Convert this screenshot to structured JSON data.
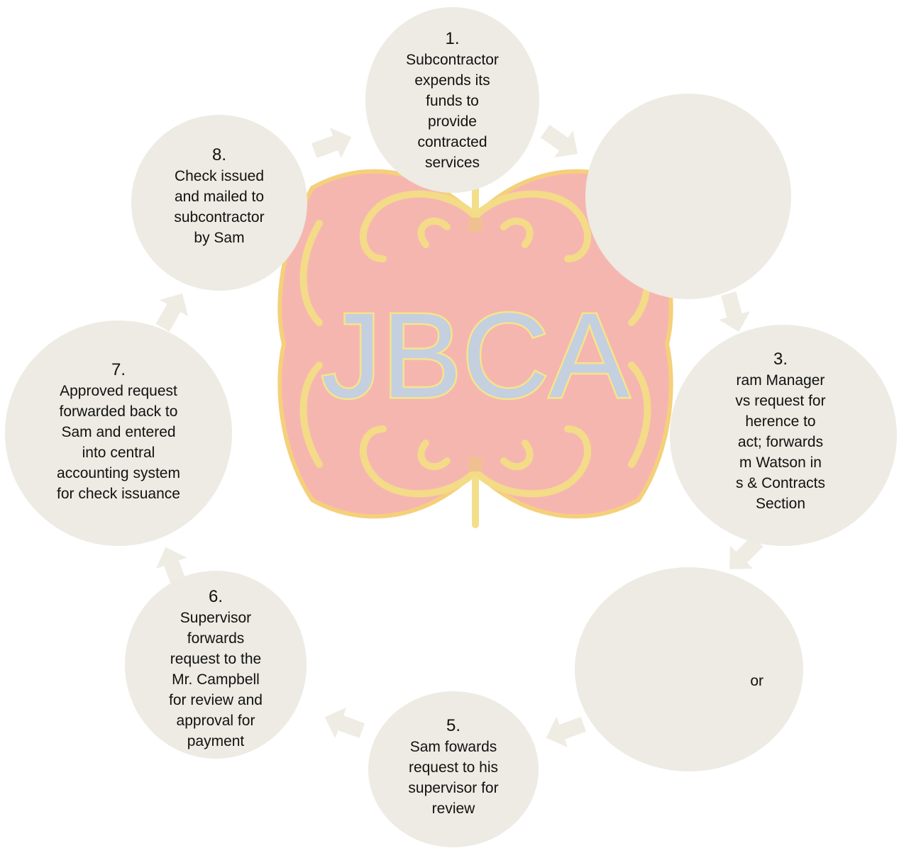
{
  "logo": {
    "text": "JBCA"
  },
  "steps": [
    {
      "number": "1.",
      "text": "Subcontractor\nexpends its\nfunds to\nprovide\ncontracted\nservices"
    },
    {
      "number": "",
      "text": ""
    },
    {
      "number": "3.",
      "text": "ram Manager\nvs request for\nherence to\nact; forwards\nm Watson in\ns & Contracts\nSection"
    },
    {
      "number": "",
      "text": "or"
    },
    {
      "number": "5.",
      "text": "Sam fowards\nrequest to his\nsupervisor for\nreview"
    },
    {
      "number": "6.",
      "text": "Supervisor\nforwards\nrequest to the\nMr. Campbell\nfor review and\napproval for\npayment"
    },
    {
      "number": "7.",
      "text": "Approved request\nforwarded back to\nSam and entered\ninto central\naccounting system\nfor check issuance"
    },
    {
      "number": "8.",
      "text": "Check issued\nand mailed to\nsubcontractor\nby Sam"
    }
  ],
  "colors": {
    "circle_fill": "#edebe3",
    "arrow_fill": "#eeece3",
    "logo_body": "#f6b6b0",
    "logo_ornament": "#f3dd86",
    "logo_letters": "#c4cfe0",
    "logo_letter_outline": "#f4e58a"
  }
}
